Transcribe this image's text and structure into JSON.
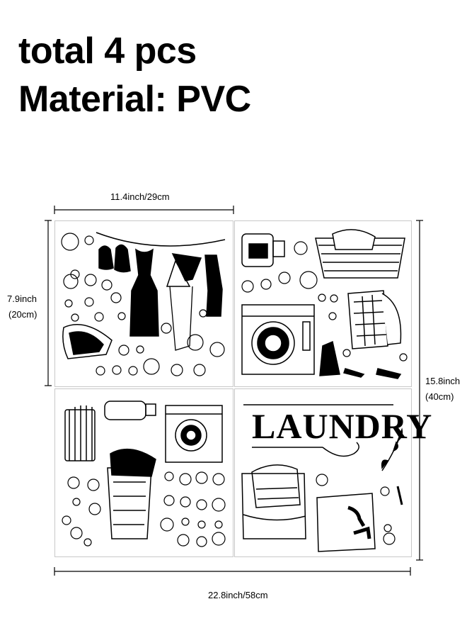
{
  "header": {
    "line1": "total 4 pcs",
    "line2": "Material: PVC"
  },
  "dimensions": {
    "top_width": "11.4inch/29cm",
    "left_height_1": "7.9inch",
    "left_height_2": "(20cm)",
    "right_height_1": "15.8inch",
    "right_height_2": "(40cm)",
    "bottom_width": "22.8inch/58cm"
  },
  "panels": {
    "bottom_right_text": "LAUNDRY"
  }
}
